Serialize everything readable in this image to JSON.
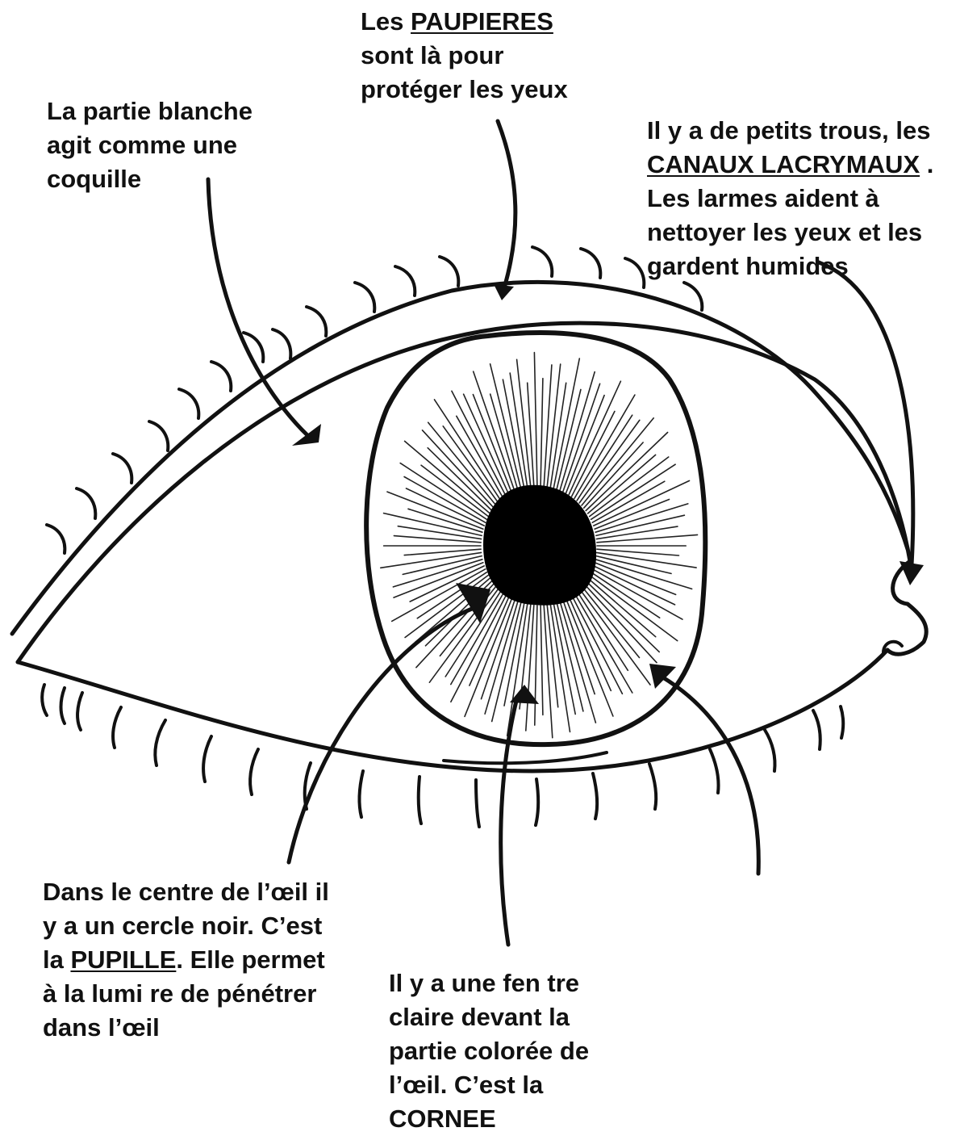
{
  "labels": {
    "paupieres": {
      "pre": "Les ",
      "term": "PAUPIERES",
      "line2": "sont là pour",
      "line3": "protéger les yeux"
    },
    "blanche": {
      "line1": "La partie blanche",
      "line2": "agit comme une",
      "line3": "coquille"
    },
    "canaux": {
      "line1": "Il y a de petits trous, les",
      "term": "CANAUX LACRYMAUX",
      "post": " .",
      "line3": "Les larmes aident à",
      "line4": "nettoyer les yeux et les",
      "line5": "gardent humides"
    },
    "pupille": {
      "line1": "Dans le centre de l’œil il",
      "line2": "y a un cercle noir. C’est",
      "pre": "la ",
      "term": "PUPILLE",
      "post": ". Elle permet",
      "line4": "à la lumi  re de pénétrer",
      "line5": "dans l’œil"
    },
    "cornee": {
      "line1": "Il y a une fen  tre",
      "line2": "claire devant la",
      "line3": "partie colorée de",
      "line4": "l’œil. C’est la",
      "line5": "CORNEE"
    }
  }
}
